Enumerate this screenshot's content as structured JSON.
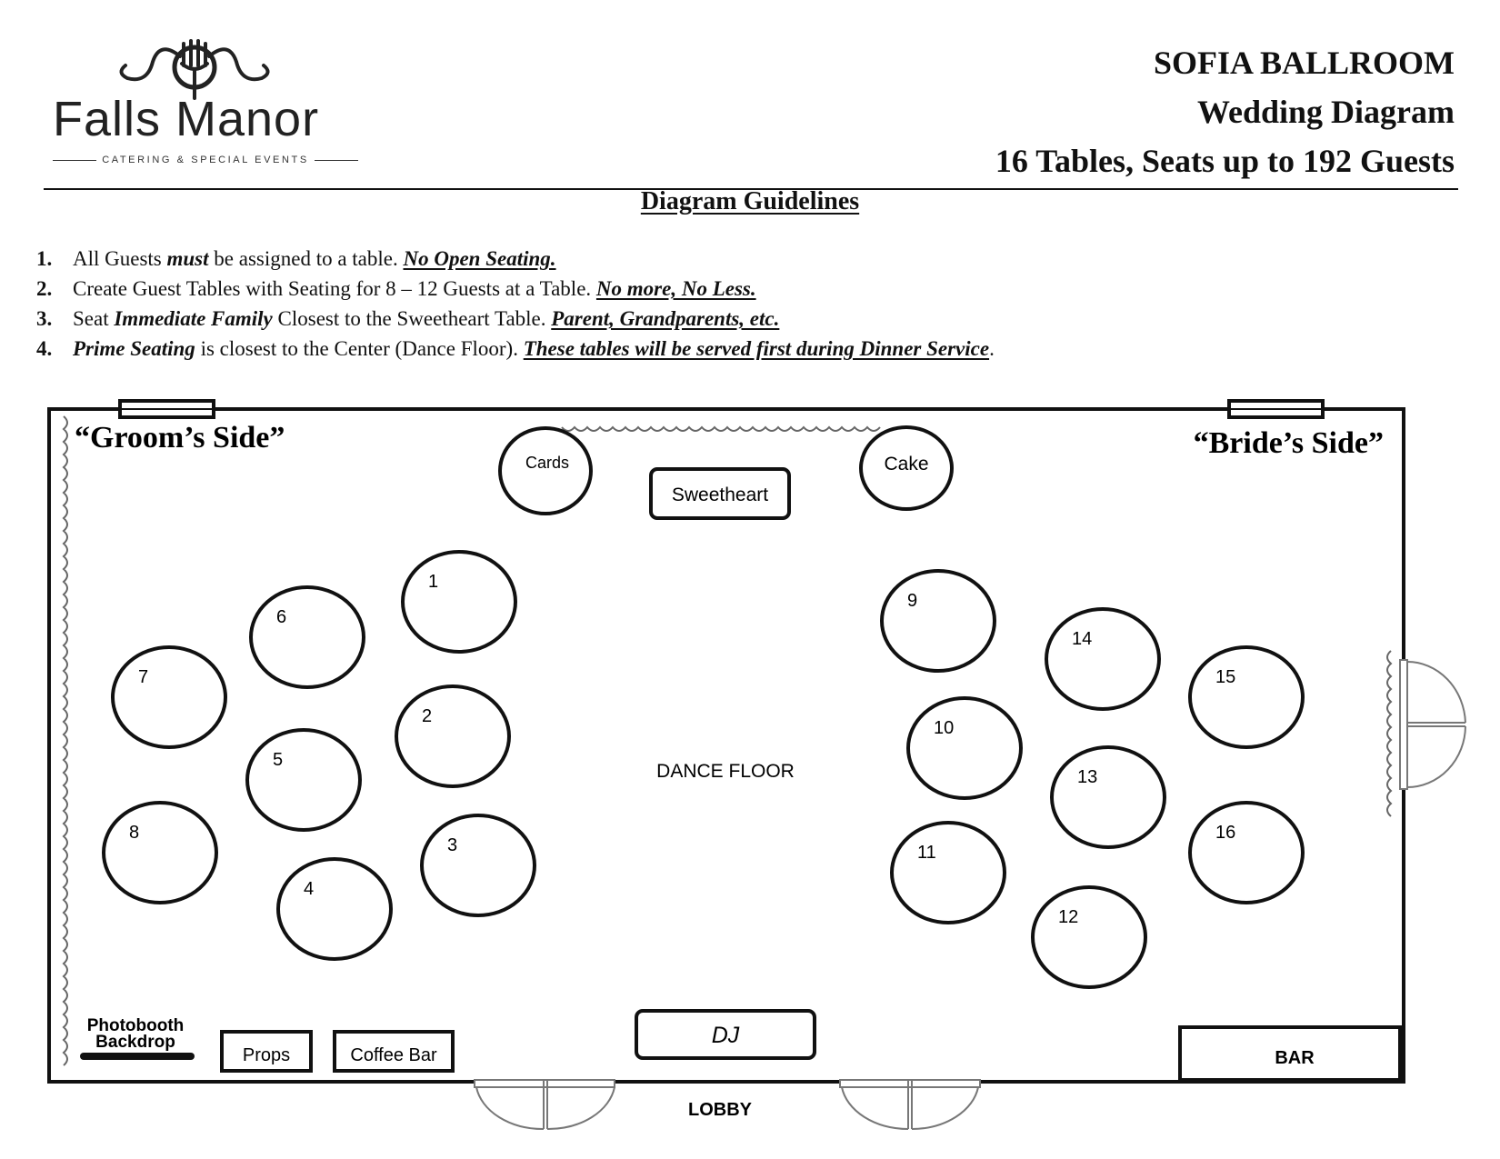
{
  "brand": {
    "name": "Falls Manor",
    "tagline": "CATERING & SPECIAL EVENTS"
  },
  "header": {
    "venue": "SOFIA BALLROOM",
    "subtitle": "Wedding Diagram",
    "capacity": "16 Tables, Seats up to 192 Guests"
  },
  "guidelines": {
    "title": "Diagram Guidelines",
    "items": [
      {
        "num": "1.",
        "parts": [
          {
            "t": "All Guests ",
            "s": "plain"
          },
          {
            "t": "must",
            "s": "em"
          },
          {
            "t": " be assigned to a table. ",
            "s": "plain"
          },
          {
            "t": "No Open Seating.",
            "s": "ul"
          }
        ]
      },
      {
        "num": "2.",
        "parts": [
          {
            "t": "Create Guest Tables with Seating for 8 – 12 Guests at a Table. ",
            "s": "plain"
          },
          {
            "t": "No more, No Less.",
            "s": "ul"
          }
        ]
      },
      {
        "num": "3.",
        "parts": [
          {
            "t": "Seat ",
            "s": "plain"
          },
          {
            "t": "Immediate Family",
            "s": "em"
          },
          {
            "t": " Closest to the Sweetheart Table. ",
            "s": "plain"
          },
          {
            "t": "Parent, Grandparents, etc.",
            "s": "ul"
          }
        ]
      },
      {
        "num": "4.",
        "parts": [
          {
            "t": "Prime Seating",
            "s": "em"
          },
          {
            "t": " is closest to the Center (Dance Floor). ",
            "s": "plain"
          },
          {
            "t": "These tables will be served first during Dinner Service",
            "s": "ul"
          },
          {
            "t": ".",
            "s": "plain"
          }
        ]
      }
    ]
  },
  "floorplan": {
    "groom_side": "“Groom’s Side”",
    "bride_side": "“Bride’s Side”",
    "cards": "Cards",
    "cake": "Cake",
    "sweetheart": "Sweetheart",
    "dance_floor": "DANCE FLOOR",
    "dj": "DJ",
    "bar": "BAR",
    "lobby": "LOBBY",
    "photobooth": [
      "Photobooth",
      "Backdrop"
    ],
    "props": "Props",
    "coffee_bar": "Coffee Bar",
    "tables": [
      "1",
      "2",
      "3",
      "4",
      "5",
      "6",
      "7",
      "8",
      "9",
      "10",
      "11",
      "12",
      "13",
      "14",
      "15",
      "16"
    ]
  }
}
